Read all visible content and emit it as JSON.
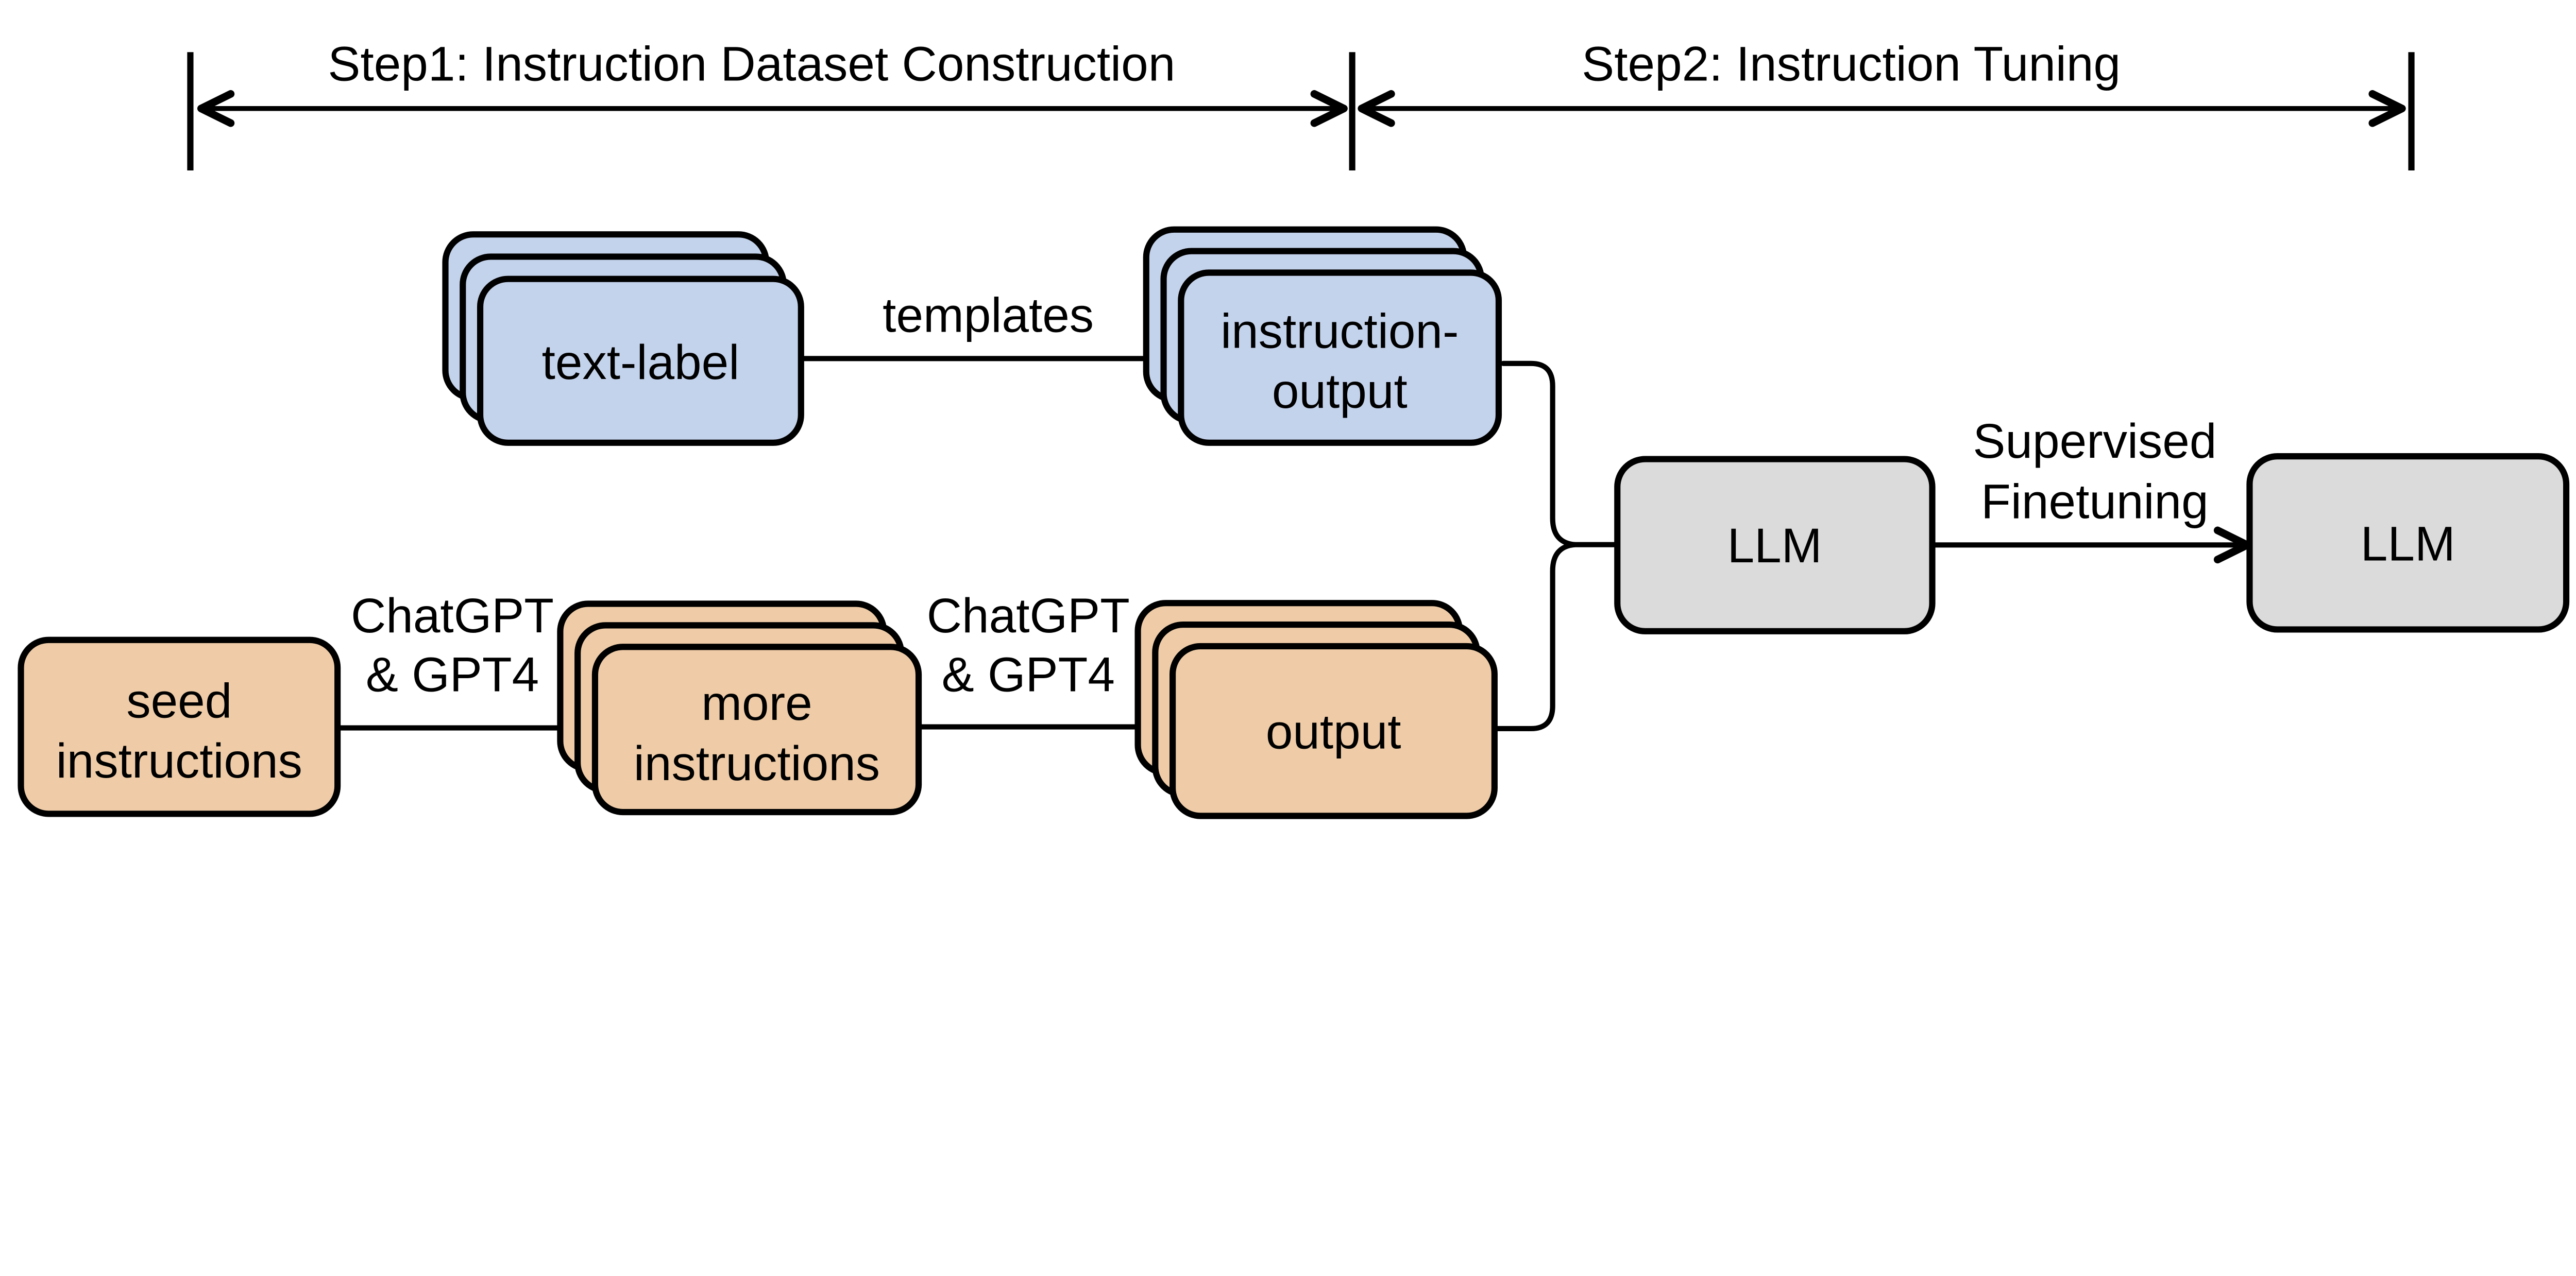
{
  "diagram": {
    "title_region": {
      "step1": "Step1: Instruction Dataset Construction",
      "step2": "Step2: Instruction Tuning"
    },
    "nodes": {
      "text_label": {
        "label": "text-label",
        "fill": "#c4d3ec"
      },
      "instruction_output": {
        "line1": "instruction-",
        "line2": "output",
        "fill": "#c4d3ec"
      },
      "seed_instructions": {
        "line1": "seed",
        "line2": "instructions",
        "fill": "#efcca7"
      },
      "more_instructions": {
        "line1": "more",
        "line2": "instructions",
        "fill": "#efcca7"
      },
      "output": {
        "label": "output",
        "fill": "#efcca7"
      },
      "llm_base": {
        "label": "LLM",
        "fill": "#dbdbdb"
      },
      "llm_finetuned": {
        "label": "LLM",
        "fill": "#dbdbdb"
      }
    },
    "edges": {
      "templates": {
        "label": "templates"
      },
      "chatgpt_gpt4_first": {
        "line1": "ChatGPT",
        "line2": "& GPT4"
      },
      "chatgpt_gpt4_second": {
        "line1": "ChatGPT",
        "line2": "& GPT4"
      },
      "supervised_finetuning": {
        "line1": "Supervised",
        "line2": "Finetuning"
      }
    },
    "colors": {
      "stroke": "#000000",
      "background": "#ffffff",
      "blue_fill": "#c4d3ec",
      "orange_fill": "#efcca7",
      "gray_fill": "#dbdbdb"
    }
  }
}
